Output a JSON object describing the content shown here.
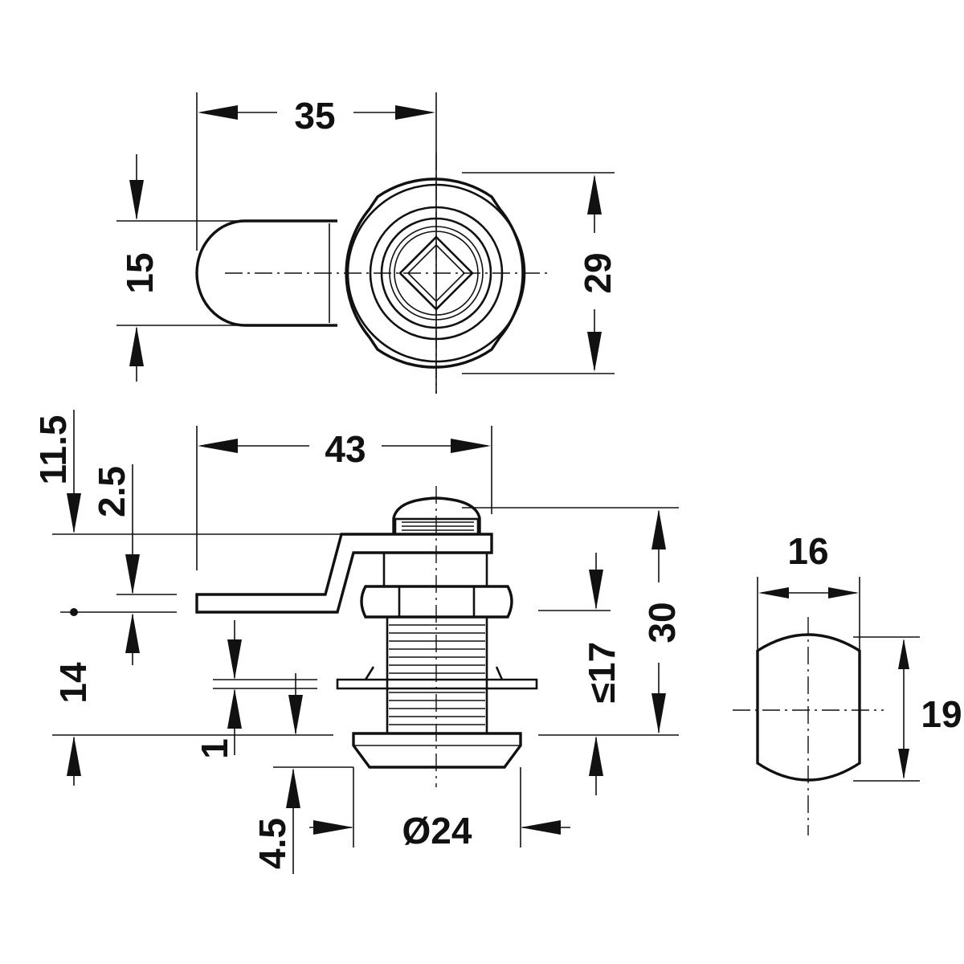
{
  "dimensions": {
    "top_width": "35",
    "top_arm_height": "15",
    "top_body_height": "29",
    "side_total_length": "43",
    "side_cam_offset": "11.5",
    "side_cam_thickness": "2.5",
    "side_cam_drop": "14",
    "side_washer": "1",
    "side_flange": "4.5",
    "side_diameter": "Ø24",
    "side_grip": "≤17",
    "side_total_height": "30",
    "cut_width": "16",
    "cut_height": "19"
  }
}
